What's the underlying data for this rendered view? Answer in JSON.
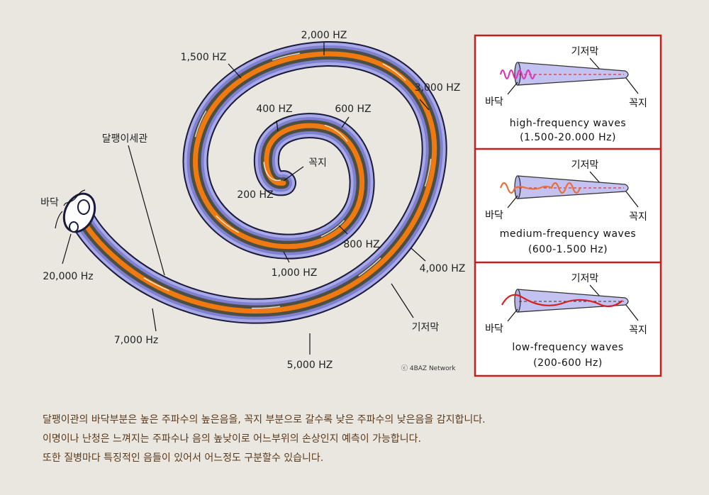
{
  "cochlea": {
    "freq_labels": [
      "2,000 HZ",
      "1,500 HZ",
      "3,000 HZ",
      "400 HZ",
      "600 HZ",
      "200 HZ",
      "800 HZ",
      "1,000 HZ",
      "4,000 HZ",
      "20,000 Hz",
      "7,000 Hz",
      "5,000 HZ"
    ],
    "apex_label": "꼭지",
    "cochlear_duct_label": "달팽이세관",
    "base_label": "바닥",
    "basilar_label": "기저막",
    "credit": "ⓒ 4BAZ Network"
  },
  "panels": [
    {
      "top": "기저막",
      "left": "바닥",
      "right": "꼭지",
      "title": "high-frequency waves",
      "range": "(1.500-20.000  Hz)",
      "wave_color": "#d63ab8"
    },
    {
      "top": "기저막",
      "left": "바닥",
      "right": "꼭지",
      "title": "medium-frequency waves",
      "range": "(600-1.500  Hz)",
      "wave_color": "#e8703a"
    },
    {
      "top": "기저막",
      "left": "바닥",
      "right": "꼭지",
      "title": "low-frequency waves",
      "range": "(200-600  Hz)",
      "wave_color": "#d62020"
    }
  ],
  "caption": [
    "달팽이관의 바닥부분은 높은 주파수의 높은음을, 꼭지 부분으로 갈수록 낮은 주파수의 낮은음을 감지합니다.",
    "이명이나 난청은 느껴지는 주파수나 음의 높낮이로 어느부위의 손상인지 예측이 가능합니다.",
    "또한 질병마다 특징적인 음들이 있어서 어느정도 구분할수 있습니다."
  ],
  "colors": {
    "tube": "#a7a9e8",
    "tube_dark": "#6d6fc6",
    "band": "#f07a10",
    "inner": "#4c4f44",
    "panel_border": "#c41e1e"
  }
}
